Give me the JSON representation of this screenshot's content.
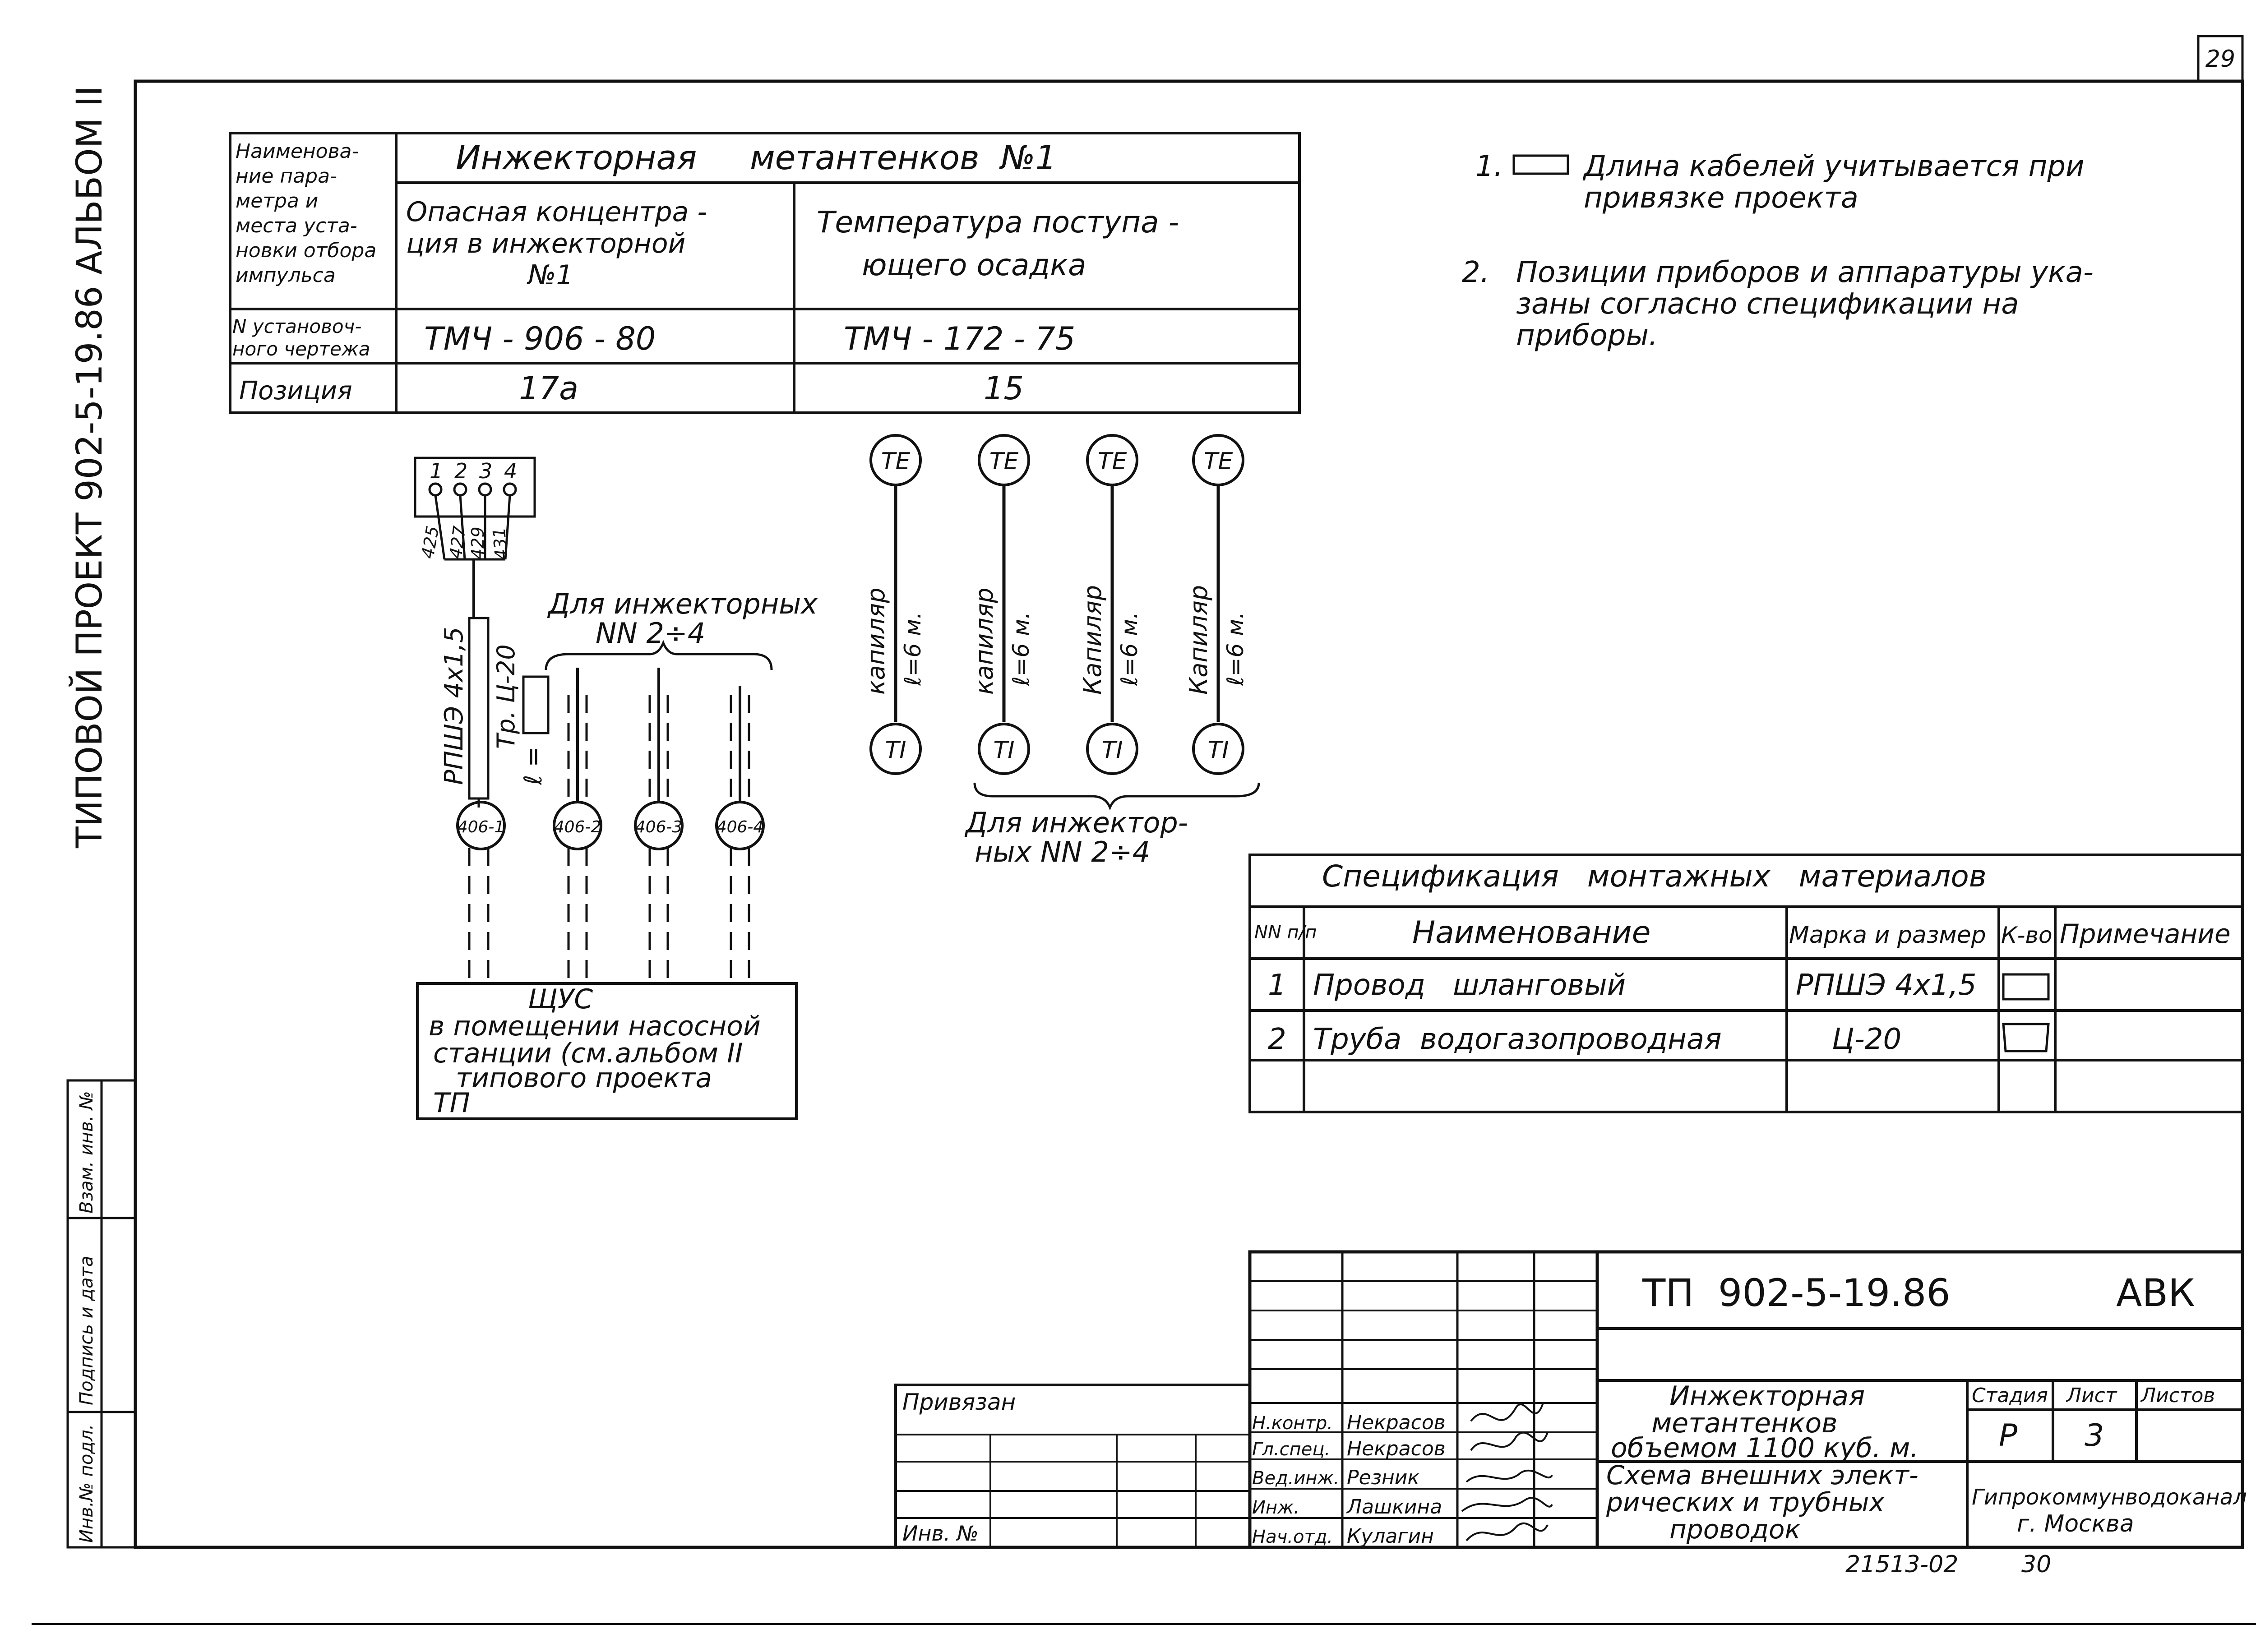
{
  "sheet_number": "29",
  "side_label": "ТИПОВОЙ ПРОЕКТ 902-5-19.86   АЛЬБОМ II",
  "left_stamp": [
    "Инв.№ подл.",
    "Подпись и дата",
    "Взам. инв. №"
  ],
  "param_table": {
    "header_label": [
      "Наименова-",
      "ние пара-",
      "метра и",
      "места уста-",
      "новки отбора",
      "импульса"
    ],
    "title": "Инжекторная     метантенков  №1",
    "col1": [
      "Опасная концентра -",
      "ция  в  инжекторной",
      "№1"
    ],
    "col2": [
      "Температура  поступа -",
      "ющего   осадка"
    ],
    "row_drawing_label": [
      "N установоч-",
      "ного чертежа"
    ],
    "row_drawing_values": [
      "ТМЧ - 906 - 80",
      "ТМЧ - 172 - 75"
    ],
    "row_pos_label": "Позиция",
    "row_pos_values": [
      "17а",
      "15"
    ]
  },
  "notes": [
    {
      "num": "1.",
      "lines": [
        "Длина кабелей учитывается при",
        "привязке проекта"
      ]
    },
    {
      "num": "2.",
      "lines": [
        "Позиции приборов и аппаратуры ука-",
        "заны согласно спецификации на",
        "приборы."
      ]
    }
  ],
  "terminal_numbers": [
    "1",
    "2",
    "3",
    "4"
  ],
  "wire_numbers": [
    "425",
    "427",
    "429",
    "431"
  ],
  "cable_label": "РПШЭ 4х1,5",
  "pipe_label": "Тр. Ц-20",
  "pipe_length": "ℓ =",
  "injector_group_label": [
    "Для инжекторных",
    "NN 2÷4"
  ],
  "sensors": [
    "406-1",
    "406-2",
    "406-3",
    "406-4"
  ],
  "te_label": "ТЕ",
  "ti_label": "ТI",
  "capillary_labels": [
    [
      "капиляр",
      "ℓ=6 м."
    ],
    [
      "капиляр",
      "ℓ=6 м."
    ],
    [
      "Капиляр",
      "ℓ=6 м."
    ],
    [
      "Капиляр",
      "ℓ=6 м."
    ]
  ],
  "capillary_group_label": [
    "Для инжектор-",
    "ных NN 2÷4"
  ],
  "panel_box": [
    "ЩУС",
    "в помещении насосной",
    "станции (см.альбом II",
    "типового проекта",
    "ТП"
  ],
  "spec_table": {
    "title": "Спецификация   монтажных   материалов",
    "headers": [
      "NN п/п",
      "Наименование",
      "Марка и размер",
      "К-во",
      "Примечание"
    ],
    "rows": [
      [
        "1",
        "Провод   шланговый",
        "РПШЭ 4х1,5",
        "",
        ""
      ],
      [
        "2",
        "Труба  водогазопроводная",
        "Ц-20",
        "",
        ""
      ]
    ]
  },
  "title_block": {
    "code": "ТП  902-5-19.86",
    "section": "АВК",
    "bound_label": "Привязан",
    "inv_label": "Инв. №",
    "roles": [
      "Н.контр.",
      "Гл.спец.",
      "Вед.инж.",
      "Инж.",
      "Нач.отд."
    ],
    "names": [
      "Некрасов",
      "Некрасов",
      "Резник",
      "Лашкина",
      "Кулагин"
    ],
    "object_name": [
      "Инжекторная",
      "метантенков",
      "объемом 1100 куб. м."
    ],
    "drawing_name": [
      "Схема внешних элект-",
      "рических и трубных",
      "проводок"
    ],
    "stage_header": [
      "Стадия",
      "Лист",
      "Листов"
    ],
    "stage_values": [
      "Р",
      "3",
      ""
    ],
    "organization": [
      "Гипрокоммунводоканал",
      "г. Москва"
    ],
    "archive_number": "21513-02",
    "archive_sheet": "30"
  }
}
